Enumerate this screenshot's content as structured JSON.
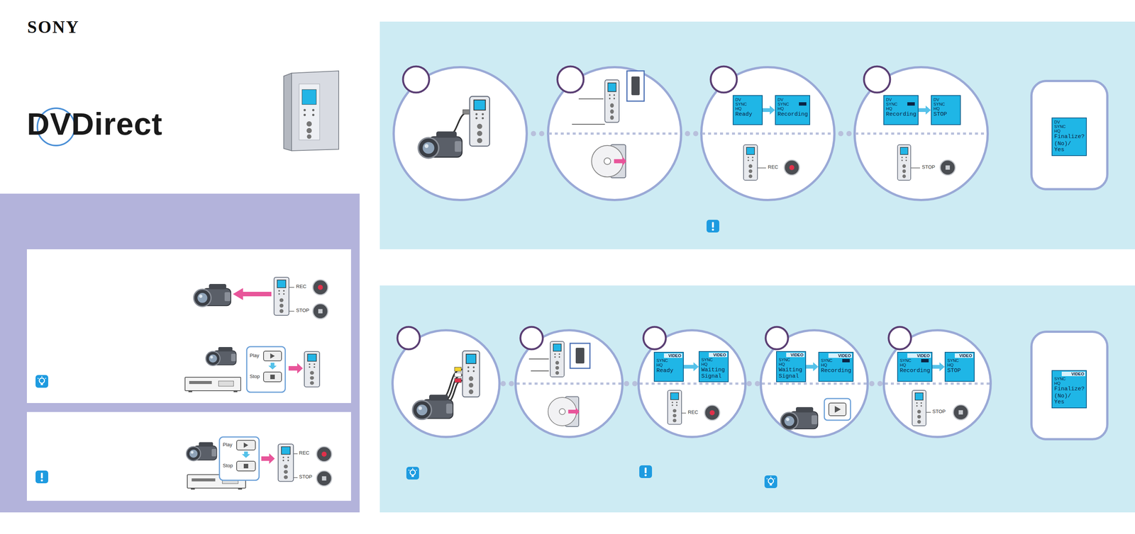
{
  "diagram": {
    "nodes": [
      {
        "text": [
          "DV",
          "SYNC",
          "HQ",
          "Ready"
        ]
      },
      {
        "text": [
          "DV",
          "SYNC",
          "HQ",
          "Recording"
        ]
      },
      {
        "text": [
          "DV",
          "SYNC",
          "HQ",
          "Recording"
        ]
      },
      {
        "text": [
          "DV",
          "SYNC",
          "HQ",
          "STOP"
        ]
      },
      {
        "text": [
          "DV",
          "SYNC",
          "HQ",
          "Finalize?",
          "(No)/ Yes"
        ]
      },
      {
        "text": [
          "VIDEO",
          "SYNC",
          "HQ",
          "Ready"
        ]
      },
      {
        "text": [
          "VIDEO",
          "SYNC",
          "HQ",
          "Waiting Signal"
        ]
      },
      {
        "text": [
          "VIDEO",
          "SYNC",
          "HQ",
          "Waiting Signal"
        ]
      },
      {
        "text": [
          "VIDEO",
          "SYNC",
          "HQ",
          "Recording"
        ]
      },
      {
        "text": [
          "VIDEO",
          "SYNC",
          "HQ",
          "Recording"
        ]
      },
      {
        "text": [
          "VIDEO",
          "SYNC",
          "HQ",
          "STOP"
        ]
      },
      {
        "text": [
          "VIDEO",
          "SYNC",
          "HQ",
          "Finalize?",
          "(No)/ Yes"
        ]
      }
    ],
    "edges": [
      {
        "from": 0,
        "to": 1,
        "arrow": "to"
      },
      {
        "from": 2,
        "to": 3,
        "arrow": "to"
      },
      {
        "from": 5,
        "to": 6,
        "arrow": "to"
      },
      {
        "from": 7,
        "to": 8,
        "arrow": "to"
      },
      {
        "from": 9,
        "to": 10,
        "arrow": "to"
      }
    ],
    "labels": [
      "SONY",
      "DVDirect",
      "REC",
      "STOP",
      "Play",
      "Stop",
      "Play",
      "Stop",
      "REC",
      "STOP",
      "REC",
      "STOP",
      "REC",
      "STOP"
    ]
  }
}
